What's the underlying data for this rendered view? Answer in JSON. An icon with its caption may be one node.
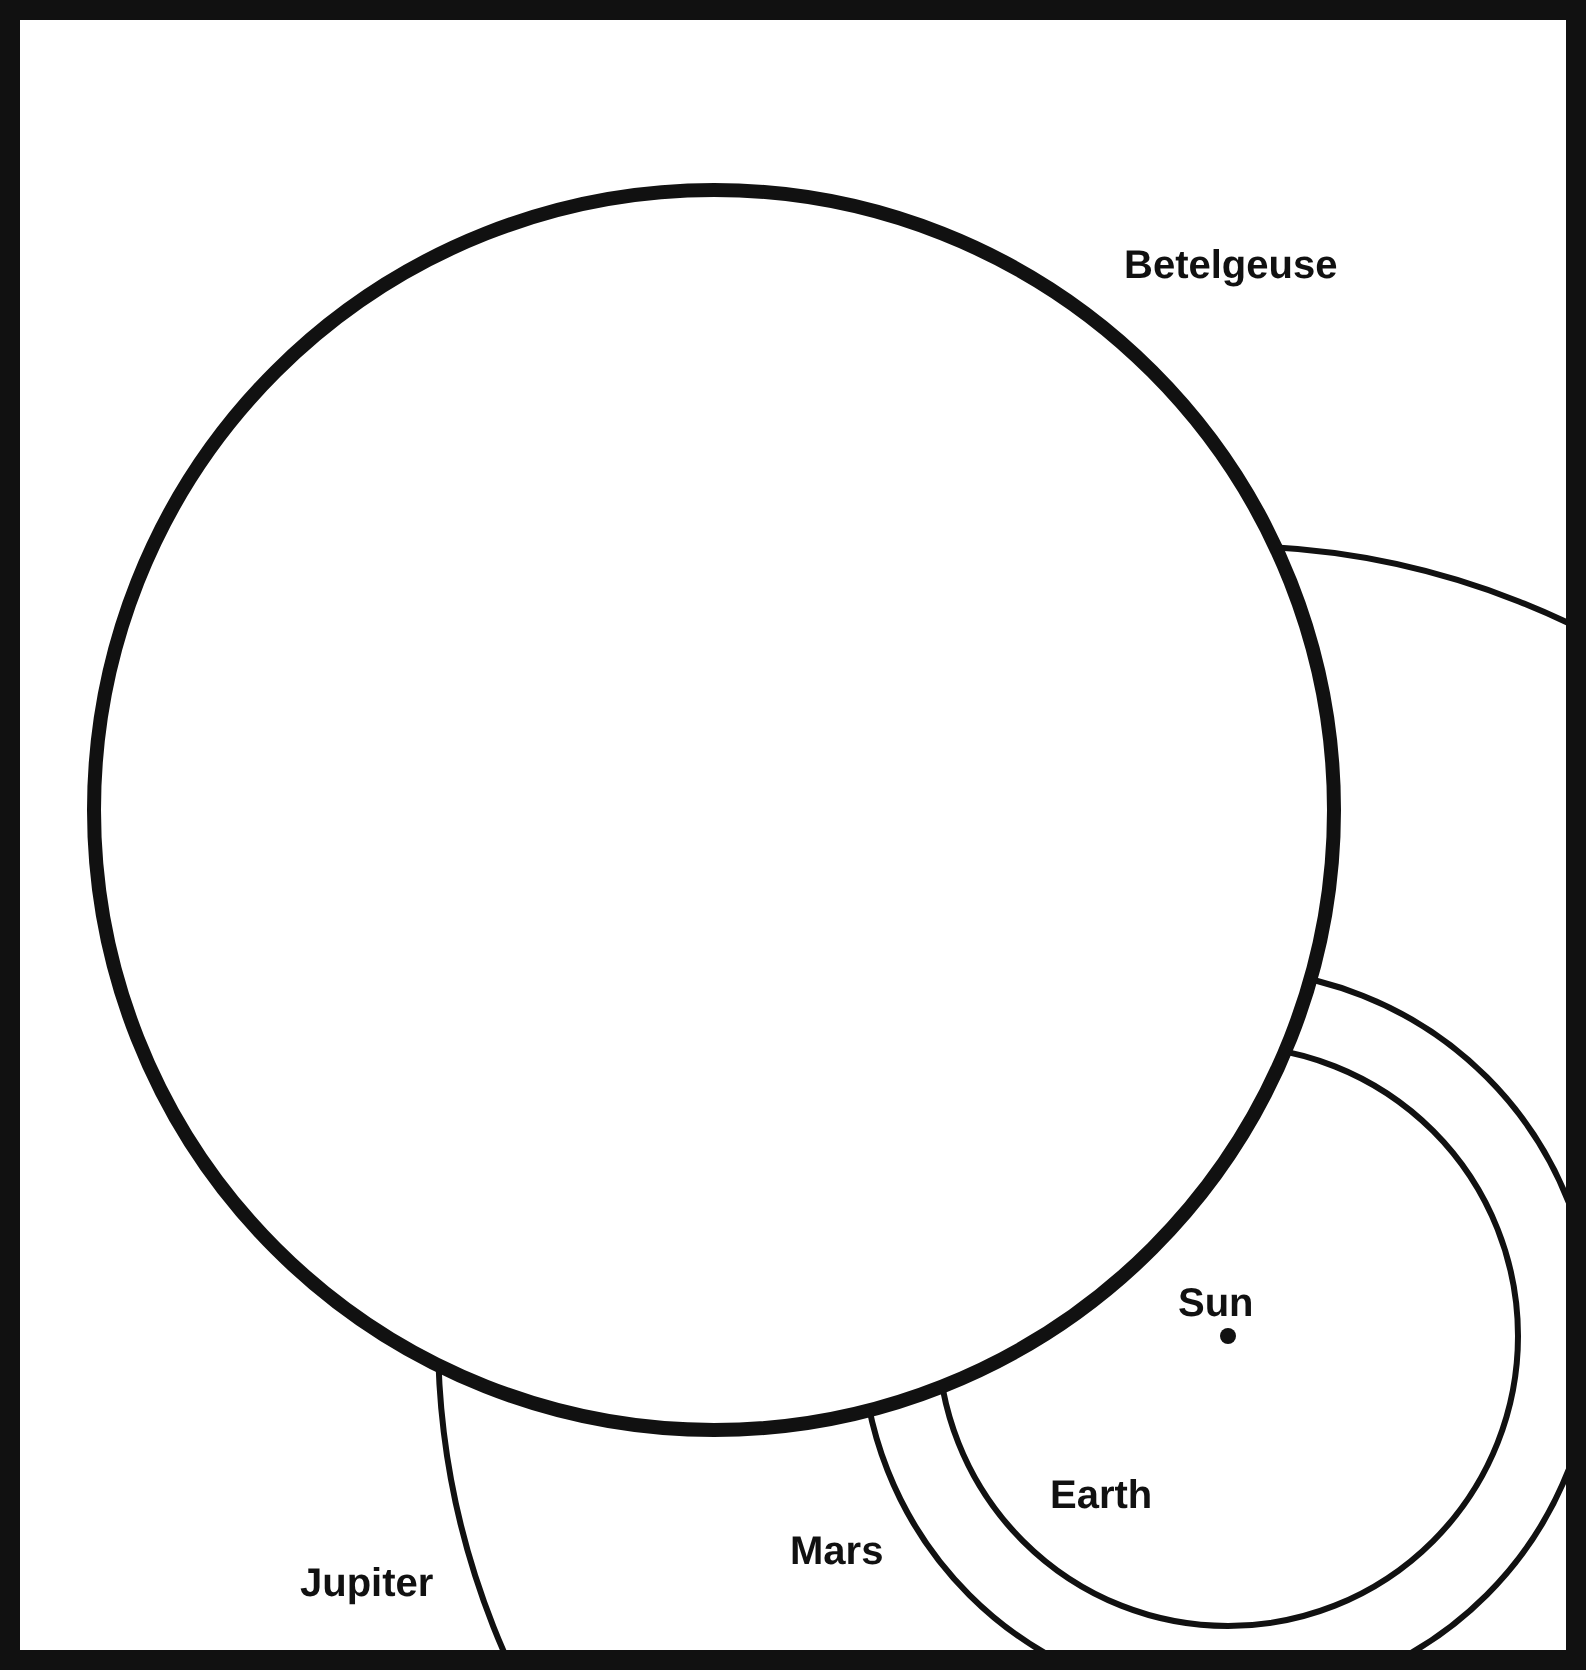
{
  "diagram": {
    "labels": [
      "Betelgeuse",
      "Sun",
      "Earth",
      "Mars",
      "Jupiter"
    ]
  }
}
